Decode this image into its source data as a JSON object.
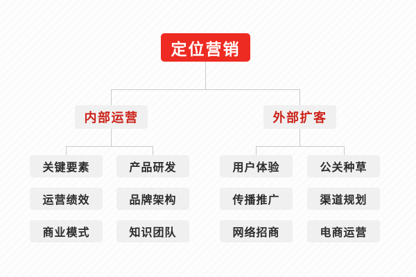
{
  "diagram": {
    "title": "定位营销",
    "type": "org-tree",
    "colors": {
      "accent_red": "#ee2b22",
      "level2_text_red": "#cc2118",
      "node_background": "#f0f0f0",
      "leaf_text": "#2b2b2b",
      "connector_line": "#c9c9c9",
      "canvas_background": "#fdfdfd"
    },
    "root": {
      "label": "定位营销"
    },
    "branches": [
      {
        "label": "内部运营",
        "children": [
          {
            "label": "关键要素"
          },
          {
            "label": "产品研发"
          },
          {
            "label": "运营绩效"
          },
          {
            "label": "品牌架构"
          },
          {
            "label": "商业模式"
          },
          {
            "label": "知识团队"
          }
        ]
      },
      {
        "label": "外部扩客",
        "children": [
          {
            "label": "用户体验"
          },
          {
            "label": "公关种草"
          },
          {
            "label": "传播推广"
          },
          {
            "label": "渠道规划"
          },
          {
            "label": "网络招商"
          },
          {
            "label": "电商运营"
          }
        ]
      }
    ],
    "leaf_grid": {
      "columns": [
        {
          "name": "internal-col-1",
          "items": [
            "关键要素",
            "运营绩效",
            "商业模式"
          ]
        },
        {
          "name": "internal-col-2",
          "items": [
            "产品研发",
            "品牌架构",
            "知识团队"
          ]
        },
        {
          "name": "external-col-1",
          "items": [
            "用户体验",
            "传播推广",
            "网络招商"
          ]
        },
        {
          "name": "external-col-2",
          "items": [
            "公关种草",
            "渠道规划",
            "电商运营"
          ]
        }
      ]
    }
  }
}
